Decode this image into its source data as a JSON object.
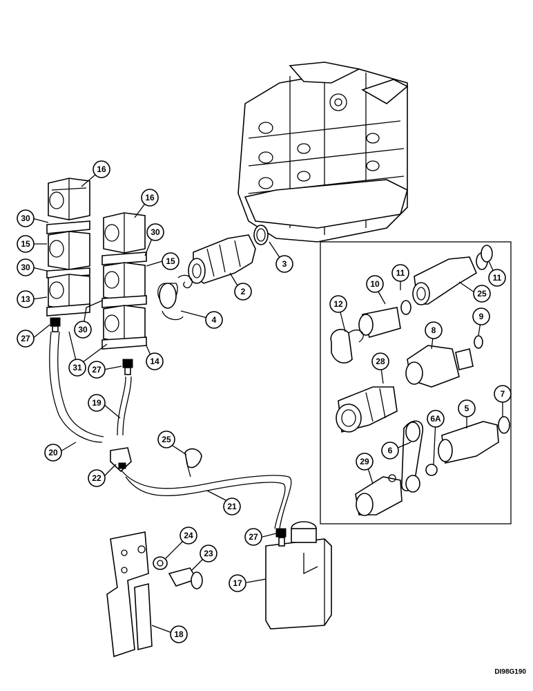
{
  "figure_code": "DI98G190",
  "callouts": [
    "16",
    "16",
    "30",
    "30",
    "15",
    "15",
    "30",
    "30",
    "13",
    "30",
    "27",
    "31",
    "14",
    "27",
    "2",
    "3",
    "4",
    "19",
    "20",
    "25",
    "22",
    "21",
    "27",
    "17",
    "24",
    "23",
    "18",
    "11",
    "10",
    "11",
    "25",
    "12",
    "9",
    "8",
    "28",
    "7",
    "5",
    "6A",
    "6",
    "29"
  ]
}
